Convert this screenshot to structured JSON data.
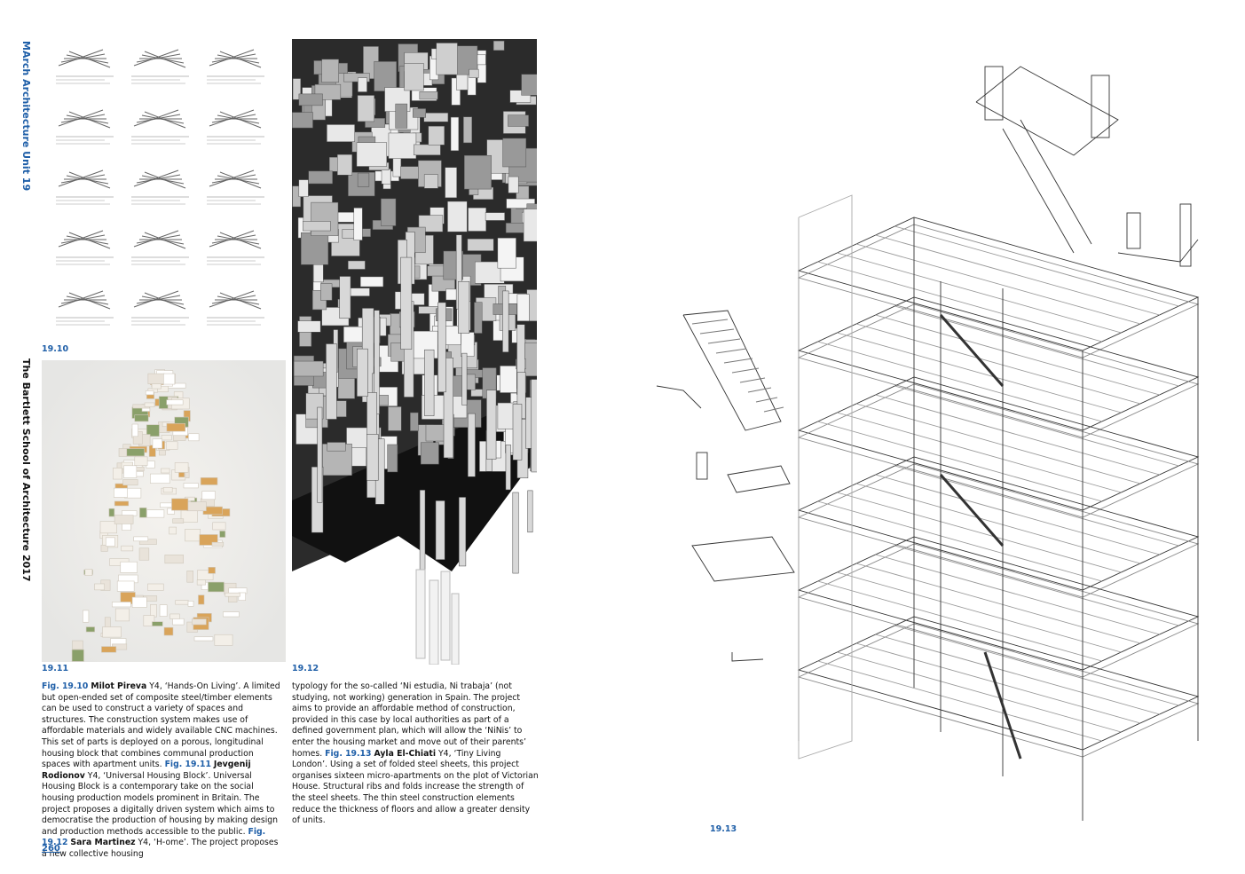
{
  "sidebar": {
    "unit_title": "MArch Architecture Unit 19",
    "school_title": "The Bartlett School of Architecture 2017"
  },
  "figures": {
    "f10": {
      "label": "19.10"
    },
    "f11": {
      "label": "19.11"
    },
    "f12": {
      "label": "19.12"
    },
    "f13": {
      "label": "19.13"
    }
  },
  "caption_left": {
    "p1_fig": "Fig. 19.10",
    "p1_name": "Milot Pireva",
    "p1_text": " Y4, ‘Hands-On Living’. A limited but open-ended set of composite steel/timber elements can be used to construct a variety of spaces and structures. The construction system makes use of affordable materials and widely available CNC machines. This set of parts is deployed on a porous, longitudinal housing block that combines communal production spaces with apartment units. ",
    "p2_fig": "Fig. 19.11",
    "p2_name": "Jevgenij Rodionov",
    "p2_text": " Y4, ‘Universal Housing Block’. Universal Housing Block is a contemporary take on the social housing production models prominent in Britain. The project proposes a digitally driven system which aims to democratise the production of housing by making design and production methods accessible to the public. ",
    "p3_fig": "Fig. 19.12",
    "p3_name": "Sara Martinez",
    "p3_text": " Y4, ‘H-ome’. The project proposes a new collective housing"
  },
  "caption_right": {
    "p1_text": "typology for the so-called ‘Ni estudia, Ni trabaja’ (not studying, not working) generation in Spain. The project aims to provide an affordable method of construction, provided in this case by local authorities as part of a defined government plan, which will allow the ‘NiNis’ to enter the housing market and move out of their parents’ homes. ",
    "p2_fig": "Fig. 19.13",
    "p2_name": "Ayla El-Chiati",
    "p2_text": " Y4, ‘Tiny Living London’. Using a set of folded steel sheets, this project organises sixteen micro-apartments on the plot of Victorian House. Structural ribs and folds increase the strength of the steel sheets. The thin steel construction elements reduce the thickness of floors and allow a greater density of units."
  },
  "page_number": "260",
  "colors": {
    "accent": "#1f5fa8",
    "text": "#111111"
  }
}
